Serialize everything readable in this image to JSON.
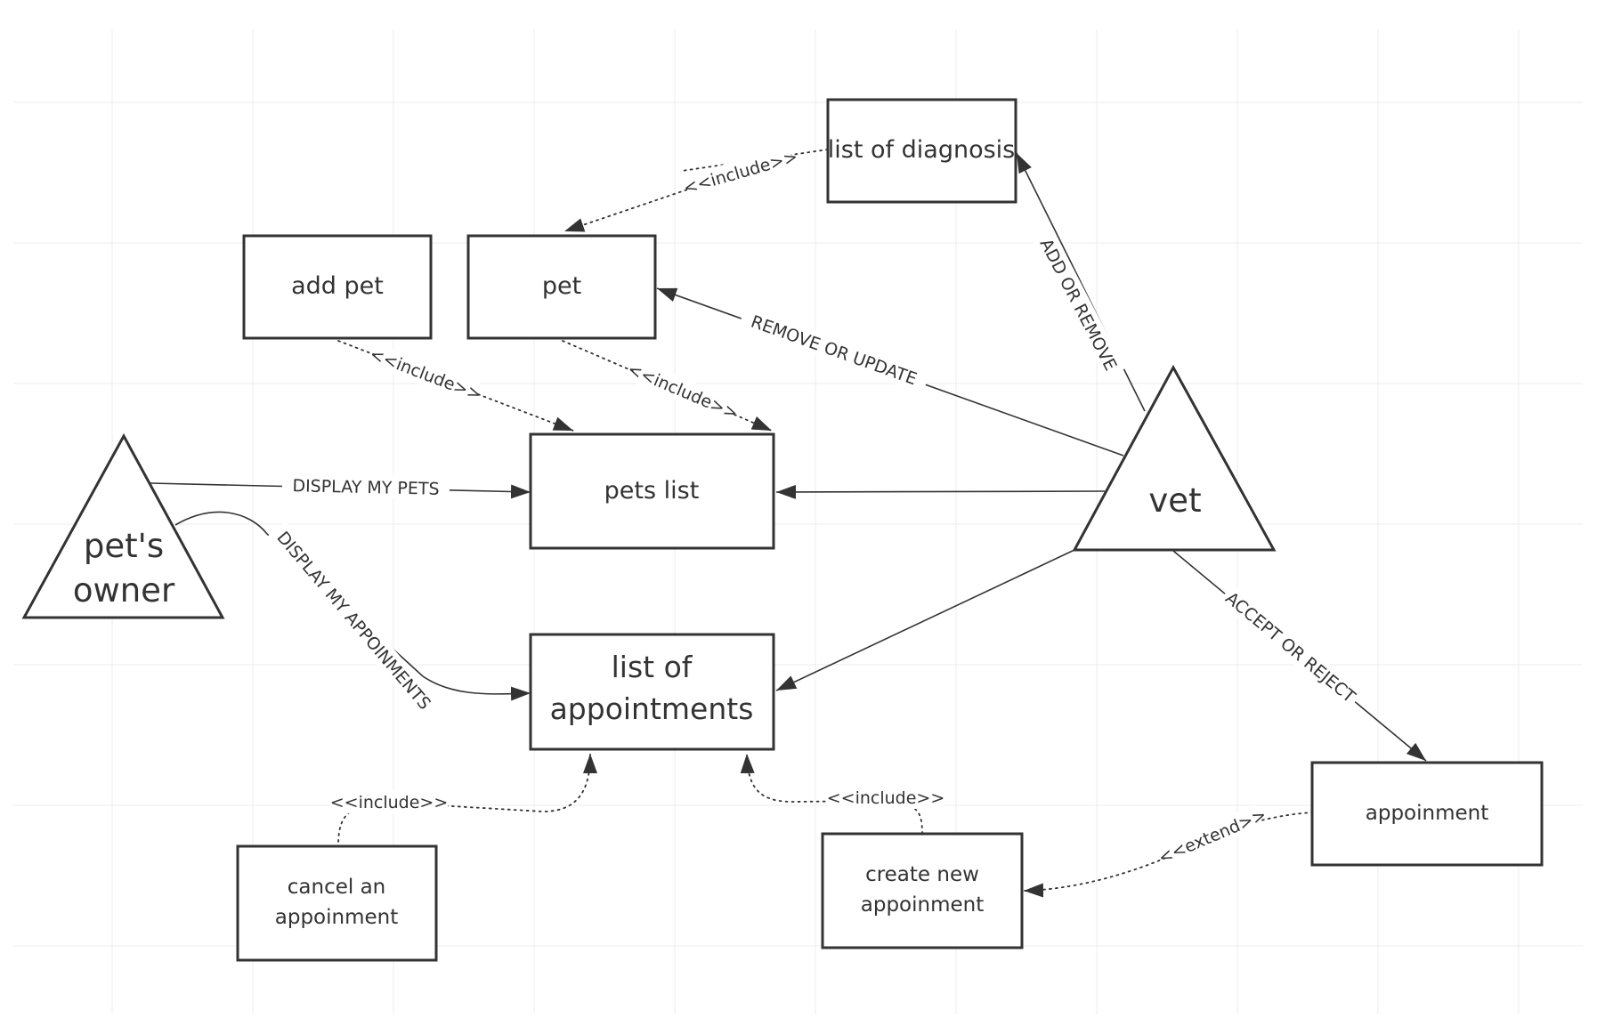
{
  "colors": {
    "stroke": "#333333",
    "grid": "#ececec",
    "board": "#ffffff",
    "page": "#ffffff",
    "text": "#333333"
  },
  "actors": {
    "pets_owner": {
      "line1": "pet's",
      "line2": "owner"
    },
    "vet": {
      "label": "vet"
    }
  },
  "boxes": {
    "list_of_diagnosis": "list of diagnosis",
    "add_pet": "add pet",
    "pet": "pet",
    "pets_list": "pets list",
    "list_of_appointments": {
      "line1": "list of",
      "line2": "appointments"
    },
    "cancel_appoinment": {
      "line1": "cancel an",
      "line2": "appoinment"
    },
    "create_new_appoinment": {
      "line1": "create new",
      "line2": "appoinment"
    },
    "appoinment": "appoinment"
  },
  "labels": {
    "include": "<<include>>",
    "extend": "<<extend>>",
    "add_or_remove": "ADD OR REMOVE",
    "remove_or_update": "REMOVE OR UPDATE",
    "display_my_pets": "DISPLAY MY PETS",
    "display_my_appoinments": "DISPLAY MY APPOINMENTS",
    "accept_or_reject": "ACCEPT OR REJECT"
  }
}
